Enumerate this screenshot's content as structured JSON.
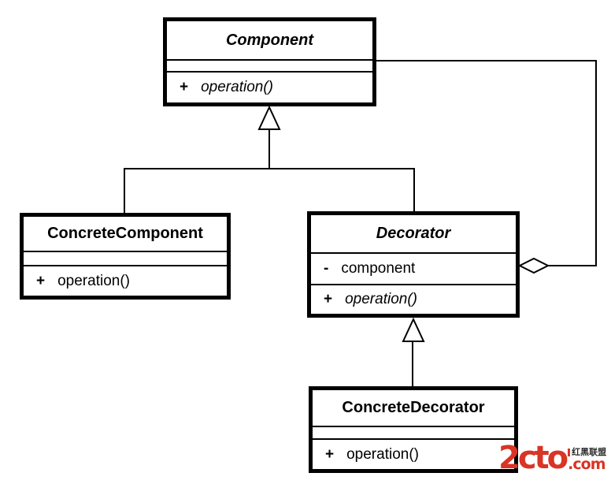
{
  "classes": {
    "component": {
      "name": "Component",
      "abstract": true,
      "operation_visibility": "+",
      "operation": "operation()"
    },
    "concrete_component": {
      "name": "ConcreteComponent",
      "abstract": false,
      "operation_visibility": "+",
      "operation": "operation()"
    },
    "decorator": {
      "name": "Decorator",
      "abstract": true,
      "attribute_visibility": "-",
      "attribute": "component",
      "operation_visibility": "+",
      "operation": "operation()"
    },
    "concrete_decorator": {
      "name": "ConcreteDecorator",
      "abstract": false,
      "operation_visibility": "+",
      "operation": "operation()"
    }
  },
  "relationships": [
    {
      "type": "generalization",
      "from": "ConcreteComponent",
      "to": "Component"
    },
    {
      "type": "generalization",
      "from": "Decorator",
      "to": "Component"
    },
    {
      "type": "generalization",
      "from": "ConcreteDecorator",
      "to": "Decorator"
    },
    {
      "type": "aggregation",
      "from": "Decorator",
      "to": "Component"
    }
  ],
  "watermark": {
    "logo": "2cto",
    "suffix": ".com",
    "tagline": "红黑联盟",
    "color": "#d93425"
  },
  "colors": {
    "line": "#000000",
    "background": "#ffffff"
  }
}
